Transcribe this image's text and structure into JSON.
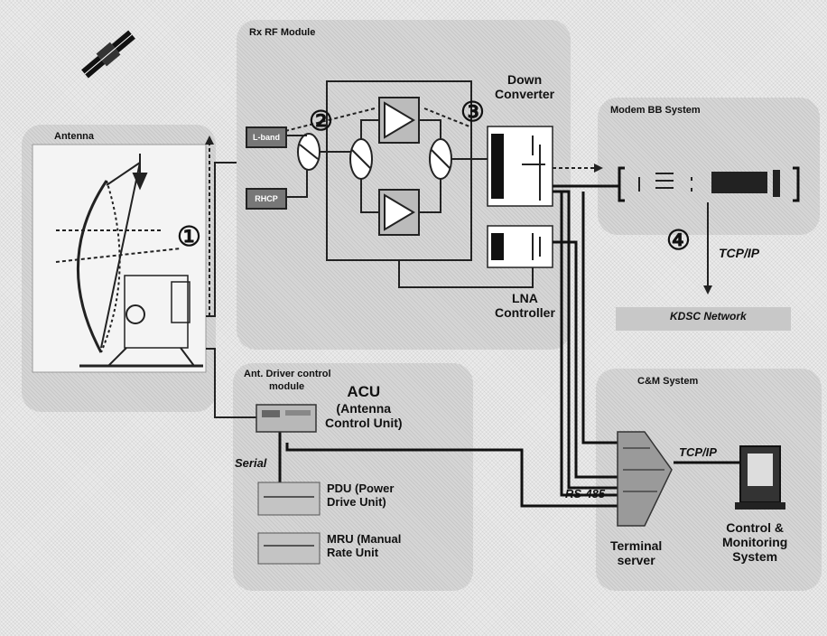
{
  "panels": {
    "rf_title": "Rx RF Module",
    "antenna_title": "Antenna",
    "modem_title": "Modem BB System",
    "agc_title_line1": "Ant. Driver control",
    "agc_title_line2": "module",
    "cm_title": "C&M System"
  },
  "labels": {
    "down_converter_line1": "Down",
    "down_converter_line2": "Converter",
    "lna_controller_line1": "LNA",
    "lna_controller_line2": "Controller",
    "acu_line1": "ACU",
    "acu_line2": "(Antenna",
    "acu_line3": "Control Unit)",
    "pdu_line1": "PDU (Power",
    "pdu_line2": "Drive Unit)",
    "mru_line1": "MRU (Manual",
    "mru_line2": "Rate Unit",
    "serial": "Serial",
    "rs485": "RS-485",
    "tcpip_modem": "TCP/IP",
    "tcpip_cm": "TCP/IP",
    "kdsc_network": "KDSC Network",
    "terminal_line1": "Terminal",
    "terminal_line2": "server",
    "cms_line1": "Control &",
    "cms_line2": "Monitoring",
    "cms_line3": "System",
    "lhcp_box": "L-band",
    "rhcp_box": "RHCP"
  },
  "markers": {
    "m1": "①",
    "m2": "②",
    "m3": "③",
    "m4": "④"
  }
}
